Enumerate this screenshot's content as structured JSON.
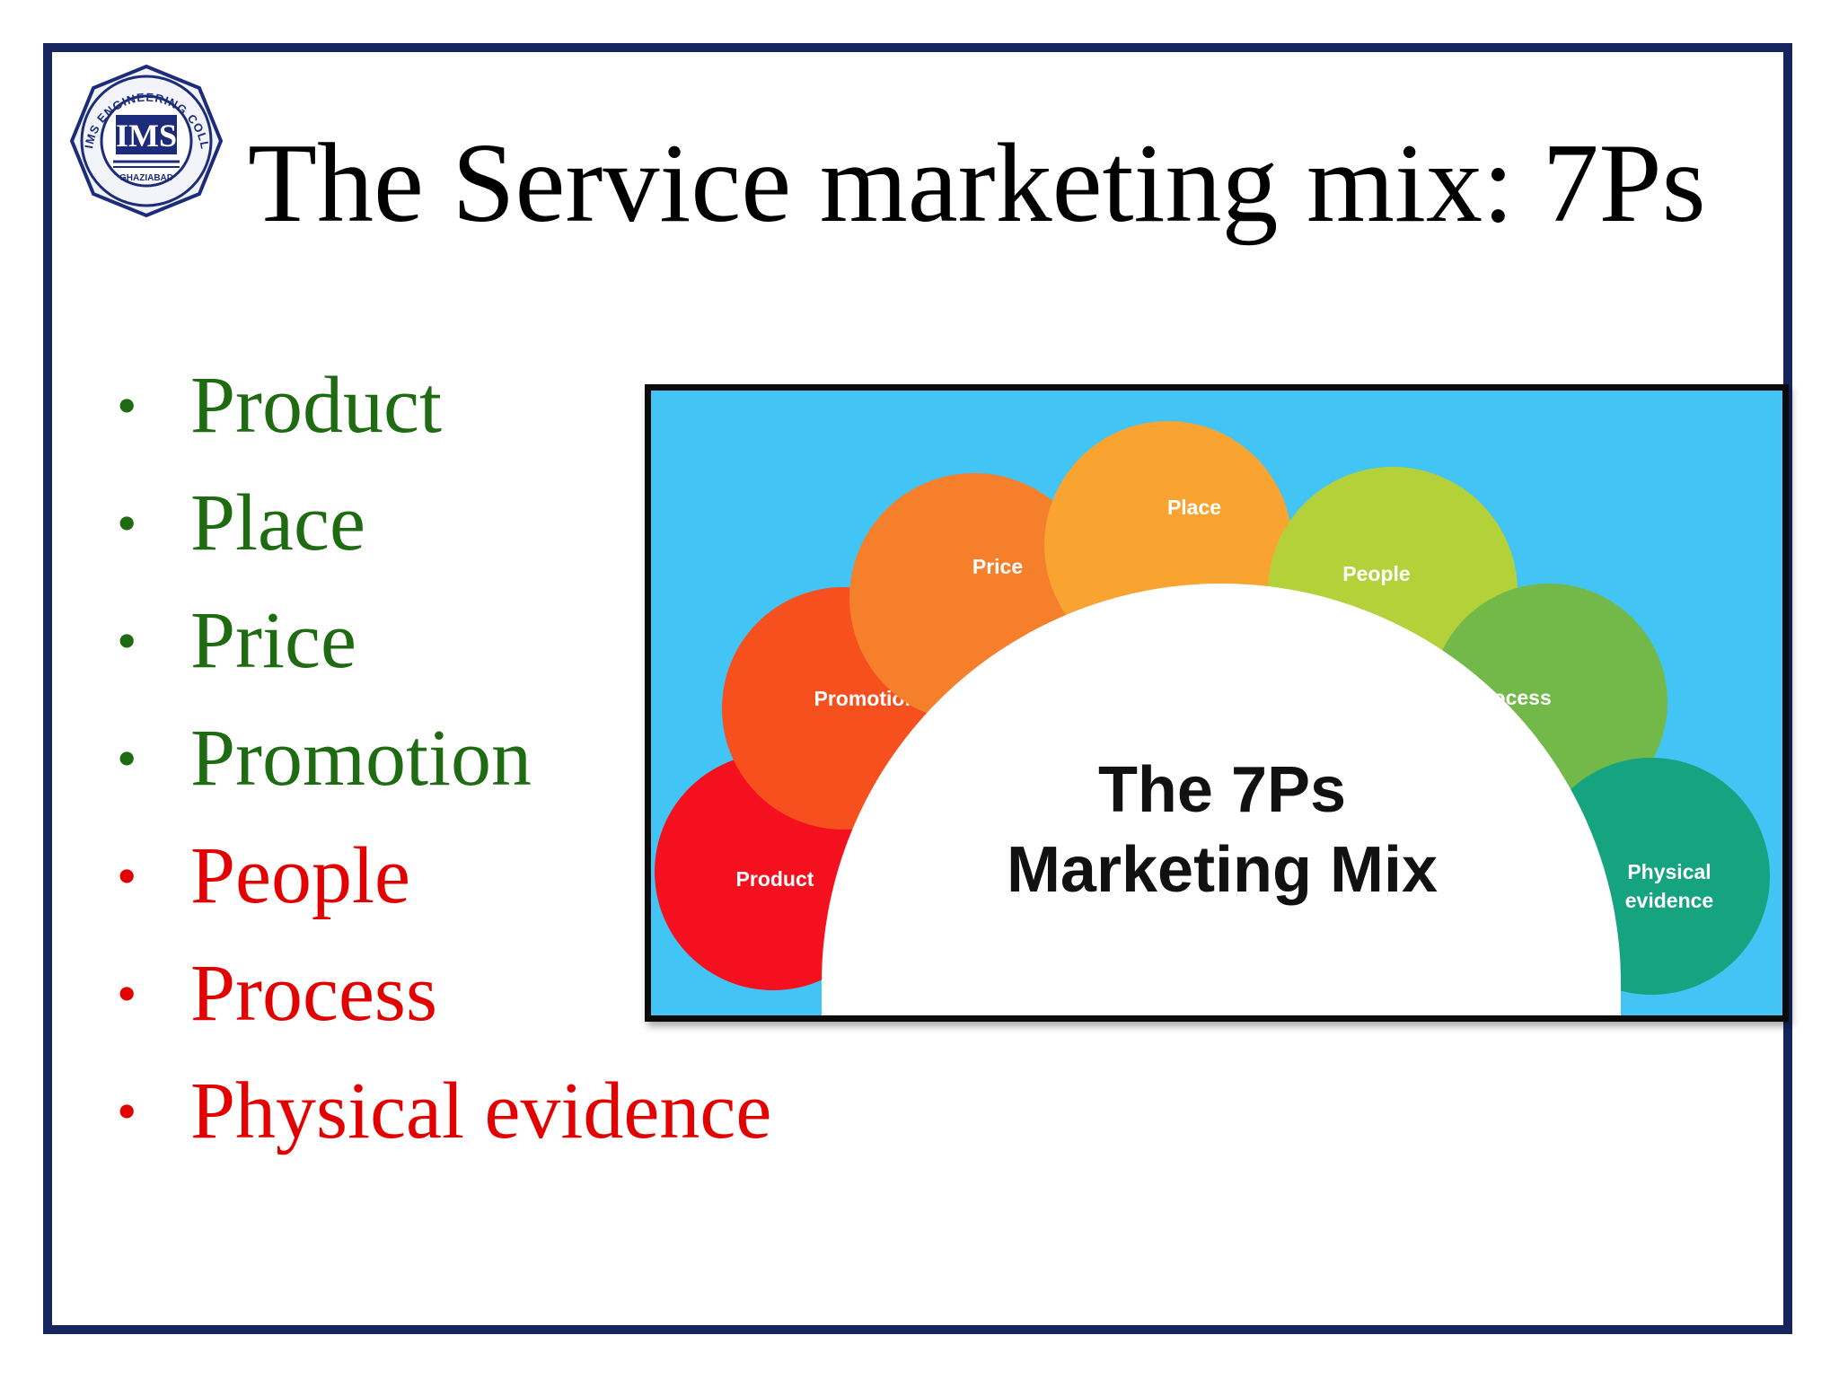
{
  "slide": {
    "title": "The Service marketing mix: 7Ps",
    "logo": {
      "icon": "college-seal-icon",
      "emblem_text": "IMS",
      "ring_text": "IMS ENGINEERING COLLEGE",
      "city_text": "GHAZIABAD"
    },
    "bullet_glyph": "•",
    "bullets": [
      {
        "label": "Product",
        "color": "#1e6b12"
      },
      {
        "label": "Place",
        "color": "#1e6b12"
      },
      {
        "label": "Price",
        "color": "#1e6b12"
      },
      {
        "label": "Promotion",
        "color": "#1e6b12"
      },
      {
        "label": "People",
        "color": "#e30000"
      },
      {
        "label": "Process",
        "color": "#e30000"
      },
      {
        "label": "Physical evidence",
        "color": "#e30000"
      }
    ]
  },
  "diagram": {
    "background_color": "#42c4f4",
    "center_title_line1": "The 7Ps",
    "center_title_line2": "Marketing Mix",
    "petals": [
      {
        "label": "Product",
        "color": "#f4101f"
      },
      {
        "label": "Promotion",
        "color": "#f6501e"
      },
      {
        "label": "Price",
        "color": "#f67f2c"
      },
      {
        "label": "Place",
        "color": "#f9a431"
      },
      {
        "label": "People",
        "color": "#b4d13a"
      },
      {
        "label": "Process",
        "color": "#72b94a"
      },
      {
        "label_line1": "Physical",
        "label_line2": "evidence",
        "color": "#16a37f"
      }
    ]
  }
}
